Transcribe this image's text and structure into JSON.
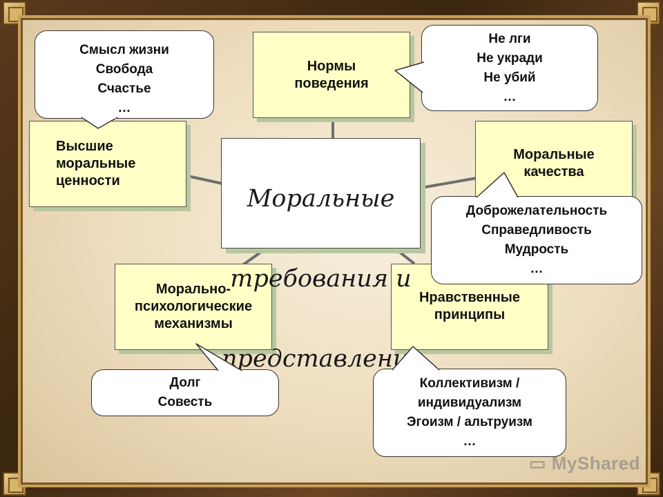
{
  "center": {
    "line1": "Моральные",
    "line2": "требования и",
    "line3": "представления"
  },
  "boxes": {
    "norms": "Нормы\nповедения",
    "values": "Высшие\nморальные\nценности",
    "qualities": "Моральные\nкачества",
    "mechanisms": "Морально-\nпсихологические\nмеханизмы",
    "principles": "Нравственные\nпринципы"
  },
  "bubbles": {
    "meaning": "Смысл жизни\nСвобода\nСчастье\n…",
    "commandments": "Не лги\nНе укради\nНе убий\n…",
    "virtues": "Доброжелательность\nСправедливость\nМудрость\n…",
    "duty": "Долг\nСовесть",
    "collectivism": "Коллективизм /\nиндивидуализм\nЭгоизм / альтруизм\n…"
  },
  "watermark": "MyShared"
}
